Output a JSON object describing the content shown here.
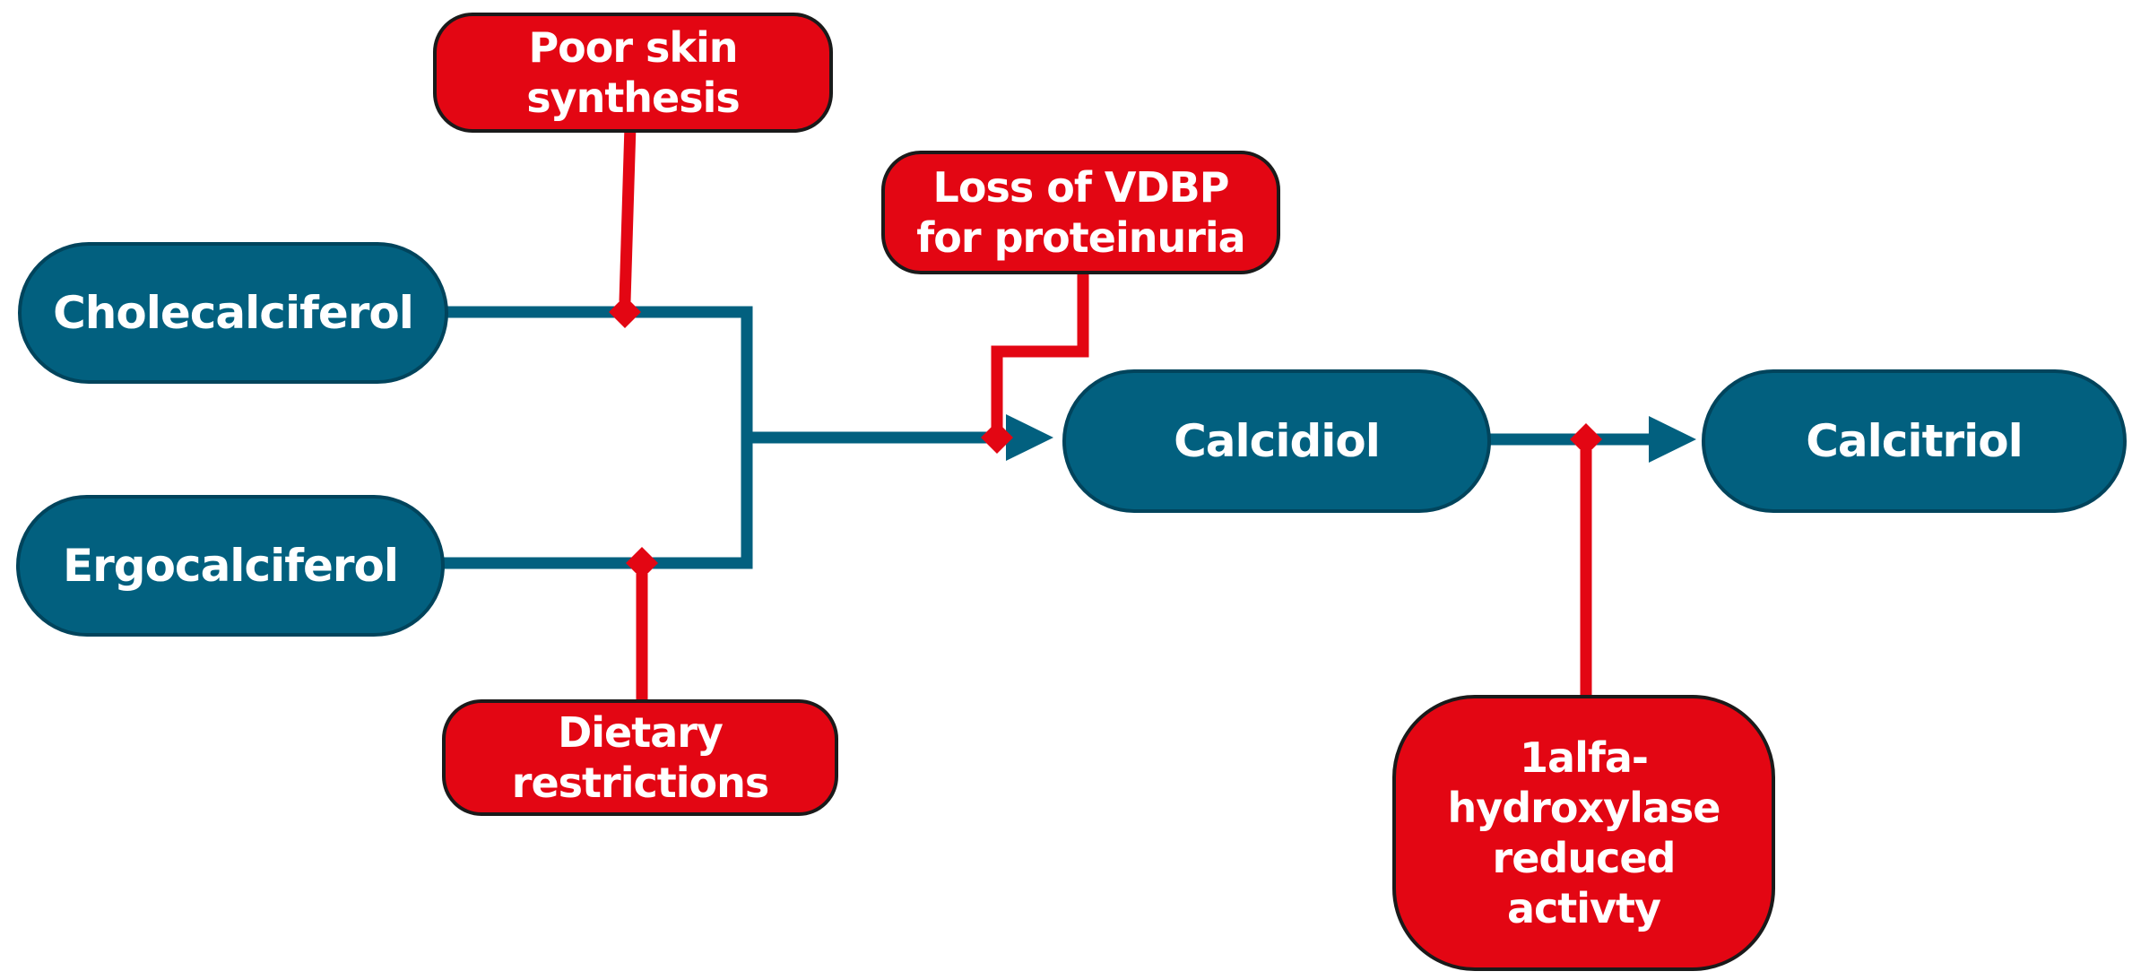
{
  "colors": {
    "pathway": "#02607f",
    "pathway_border": "#01445c",
    "inhibitor": "#e30613",
    "inhibitor_border": "#1a1a1a",
    "text": "#ffffff"
  },
  "nodes": {
    "cholecalciferol": "Cholecalciferol",
    "ergocalciferol": "Ergocalciferol",
    "calcidiol": "Calcidiol",
    "calcitriol": "Calcitriol"
  },
  "factors": {
    "poor_skin_synthesis": "Poor skin\nsynthesis",
    "loss_of_vdbp": "Loss of VDBP\nfor proteinuria",
    "dietary_restrictions": "Dietary\nrestrictions",
    "one_alfa_hydroxylase": "1alfa-\nhydroxylase\nreduced\nactivty"
  }
}
